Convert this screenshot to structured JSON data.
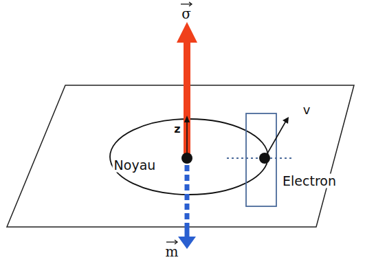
{
  "diagram": {
    "labels": [
      "σ",
      "z",
      "v",
      "Noyau",
      "Electron",
      "m"
    ]
  }
}
